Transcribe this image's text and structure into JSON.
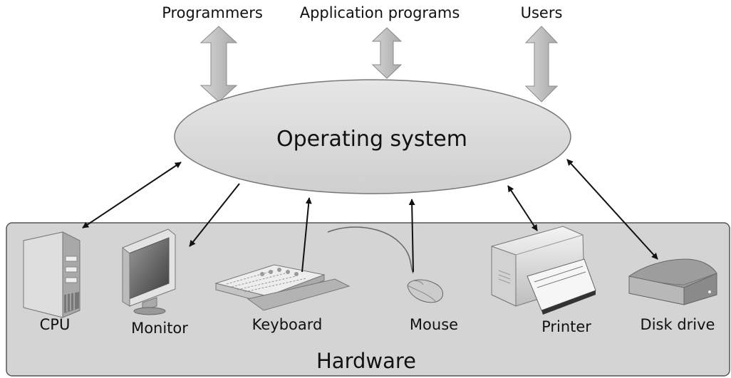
{
  "top_actors": [
    {
      "id": "programmers",
      "label": "Programmers"
    },
    {
      "id": "application-programs",
      "label": "Application programs"
    },
    {
      "id": "users",
      "label": "Users"
    }
  ],
  "operating_system": {
    "label": "Operating system"
  },
  "hardware": {
    "label": "Hardware",
    "devices": [
      {
        "id": "cpu",
        "label": "CPU",
        "icon": "cpu-tower-icon"
      },
      {
        "id": "monitor",
        "label": "Monitor",
        "icon": "monitor-icon"
      },
      {
        "id": "keyboard",
        "label": "Keyboard",
        "icon": "keyboard-icon"
      },
      {
        "id": "mouse",
        "label": "Mouse",
        "icon": "mouse-icon"
      },
      {
        "id": "printer",
        "label": "Printer",
        "icon": "printer-icon"
      },
      {
        "id": "disk-drive",
        "label": "Disk drive",
        "icon": "disk-drive-icon"
      }
    ]
  },
  "colors": {
    "ellipse_fill": "#d9d9d9",
    "hardware_fill": "#d4d4d4",
    "block_arrow": "#bfbfbf",
    "line": "#111111"
  }
}
